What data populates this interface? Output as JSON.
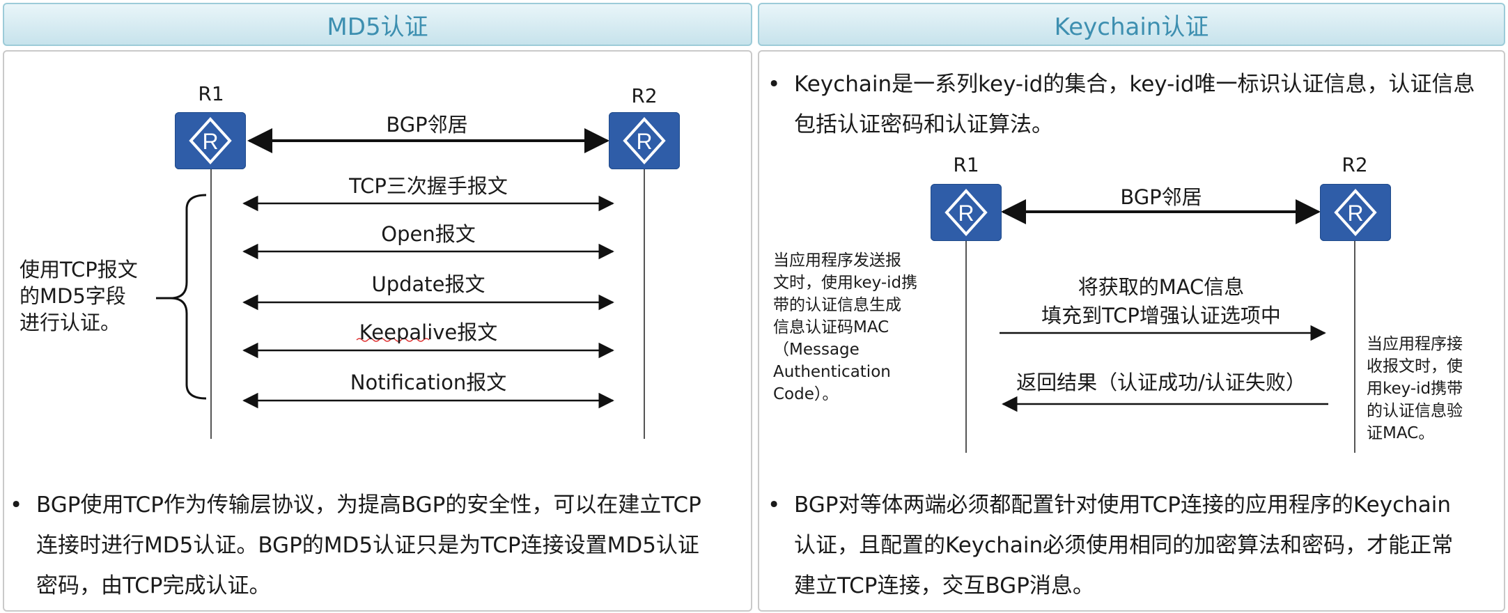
{
  "left": {
    "header": "MD5认证",
    "r1": "R1",
    "r2": "R2",
    "neighbor": "BGP邻居",
    "messages": [
      "TCP三次握手报文",
      "Open报文",
      "Update报文",
      "Keepalive报文",
      "Notification报文"
    ],
    "brace_text_lines": [
      "使用TCP报文",
      "的MD5字段",
      "进行认证。"
    ],
    "bullet": "•",
    "bullet_lines": [
      "BGP使用TCP作为传输层协议，为提高BGP的安全性，可以在建立TCP",
      "连接时进行MD5认证。BGP的MD5认证只是为TCP连接设置MD5认证",
      "密码，由TCP完成认证。"
    ]
  },
  "right": {
    "header": "Keychain认证",
    "bullet": "•",
    "intro_lines": [
      "Keychain是一系列key-id的集合，key-id唯一标识认证信息，认证信息",
      "包括认证密码和认证算法。"
    ],
    "r1": "R1",
    "r2": "R2",
    "neighbor": "BGP邻居",
    "send_note_lines": [
      "当应用程序发送报",
      "文时，使用key-id携",
      "带的认证信息生成",
      "信息认证码MAC",
      "（Message",
      "Authentication",
      "Code）。"
    ],
    "recv_note_lines": [
      "当应用程序接",
      "收报文时，使",
      "用key-id携带",
      "的认证信息验",
      "证MAC。"
    ],
    "fill_msg_lines": [
      "将获取的MAC信息",
      "填充到TCP增强认证选项中"
    ],
    "return_msg": "返回结果（认证成功/认证失败）",
    "bullet_lines": [
      "BGP对等体两端必须都配置针对使用TCP连接的应用程序的Keychain",
      "认证，且配置的Keychain必须使用相同的加密算法和密码，才能正常",
      "建立TCP连接，交互BGP消息。"
    ]
  },
  "colors": {
    "header_text": "#3d8fb0",
    "router": "#2f5da8",
    "line": "#111111"
  }
}
